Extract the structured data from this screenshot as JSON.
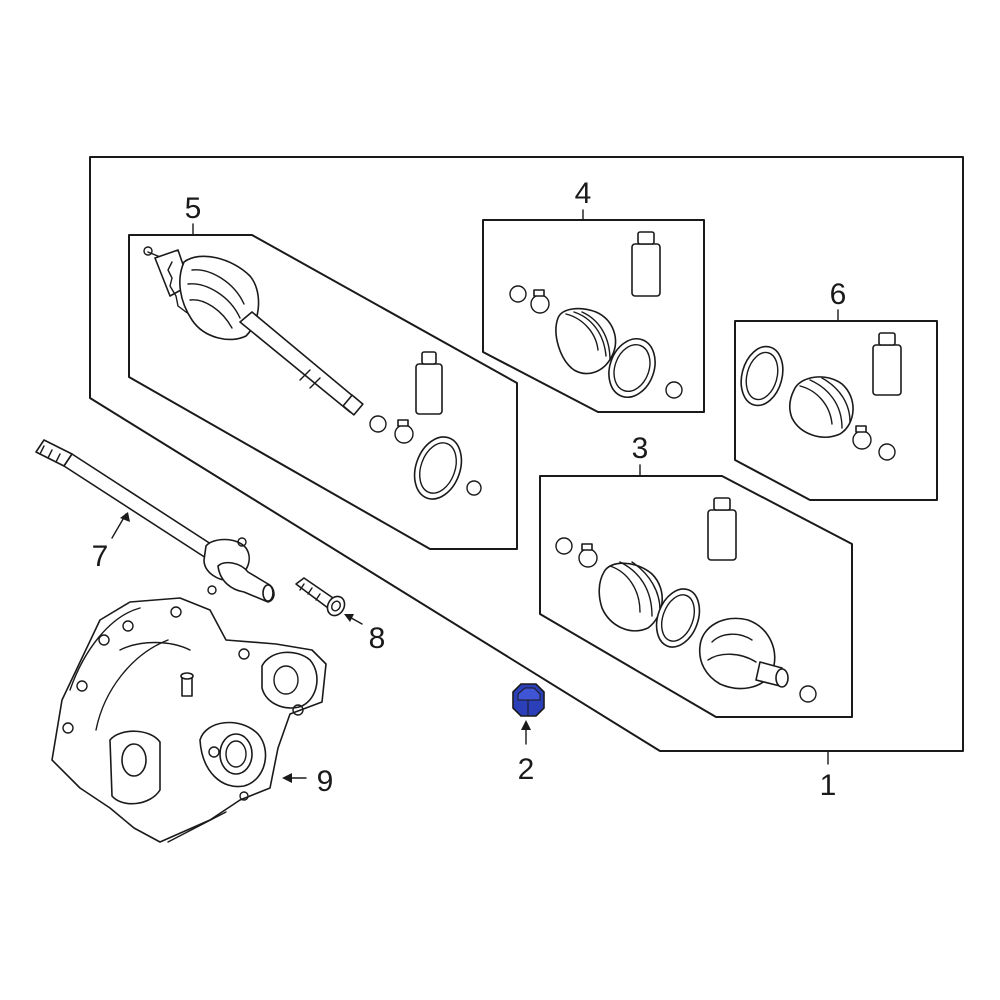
{
  "diagram": {
    "highlight_color": "#2b3fb8",
    "callouts": [
      {
        "id": "1",
        "label": "1"
      },
      {
        "id": "2",
        "label": "2",
        "highlighted": true
      },
      {
        "id": "3",
        "label": "3"
      },
      {
        "id": "4",
        "label": "4"
      },
      {
        "id": "5",
        "label": "5"
      },
      {
        "id": "6",
        "label": "6"
      },
      {
        "id": "7",
        "label": "7"
      },
      {
        "id": "8",
        "label": "8"
      },
      {
        "id": "9",
        "label": "9"
      }
    ]
  }
}
